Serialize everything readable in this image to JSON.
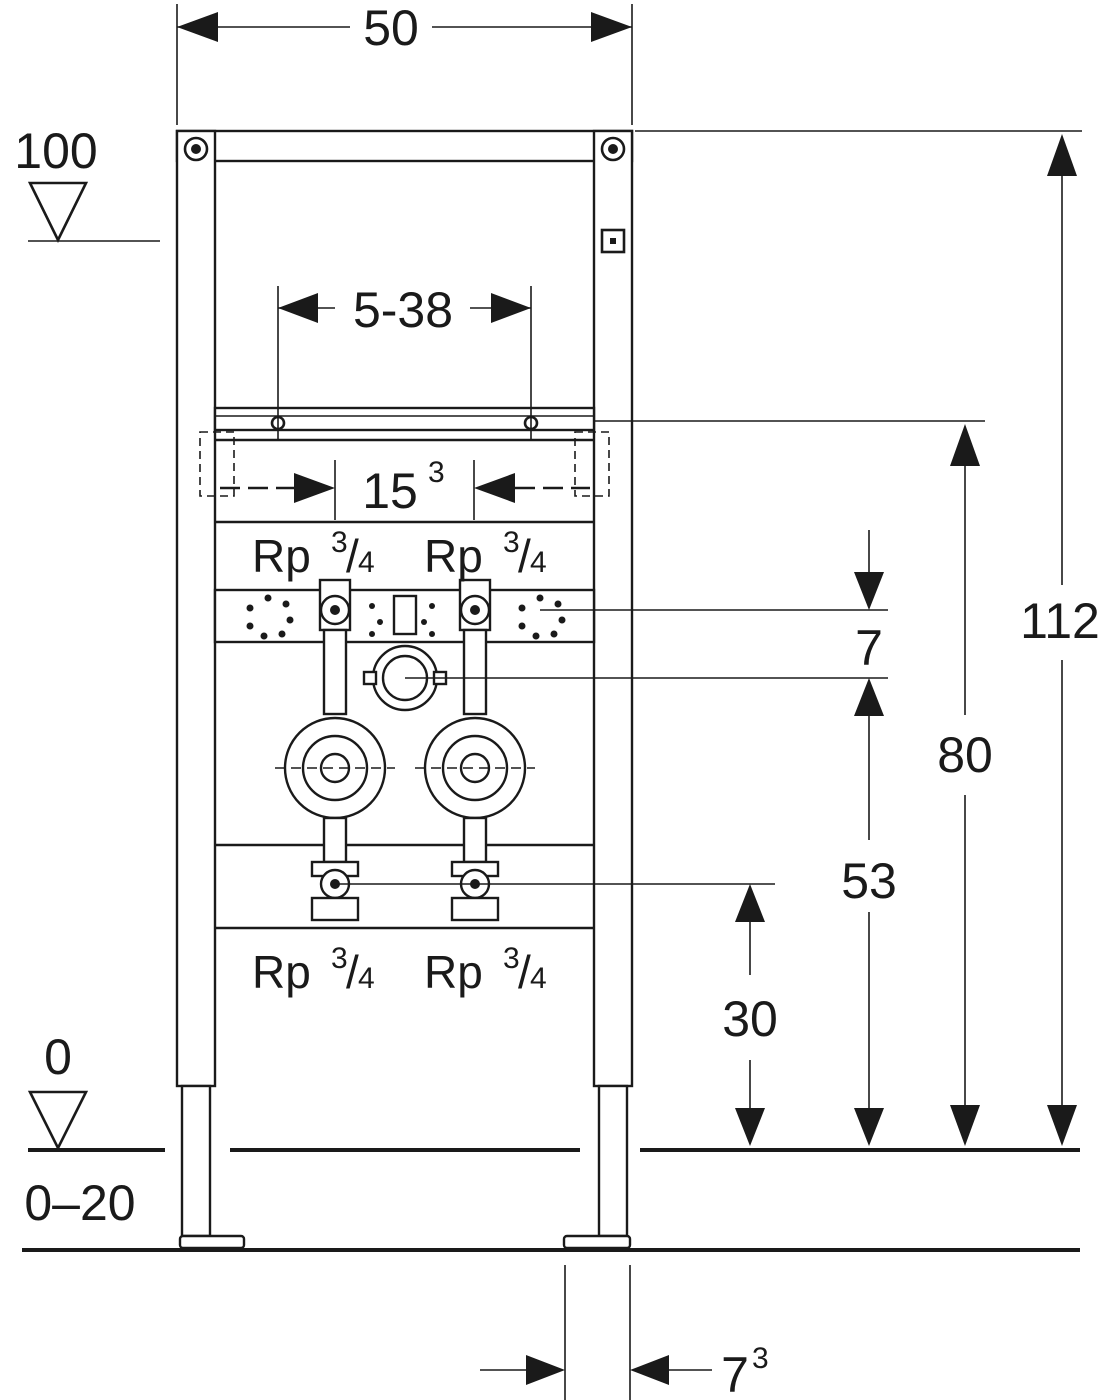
{
  "dims": {
    "width": "50",
    "spacing_range": "5-38",
    "bracket_spacing": "15",
    "bracket_spacing_sup": "3",
    "height_total": "112",
    "height_bracket": "80",
    "height_supply": "53",
    "height_outlet": "30",
    "gap_top": "7",
    "floor_adjust": "0–20",
    "foot_depth": "7",
    "foot_depth_sup": "3"
  },
  "levels": {
    "upper": "100",
    "floor": "0"
  },
  "connections": {
    "prefix": "Rp",
    "size_num": "3",
    "size_den": "4",
    "slash": "/"
  },
  "colors": {
    "line": "#1a1a1a",
    "background": "#ffffff"
  }
}
